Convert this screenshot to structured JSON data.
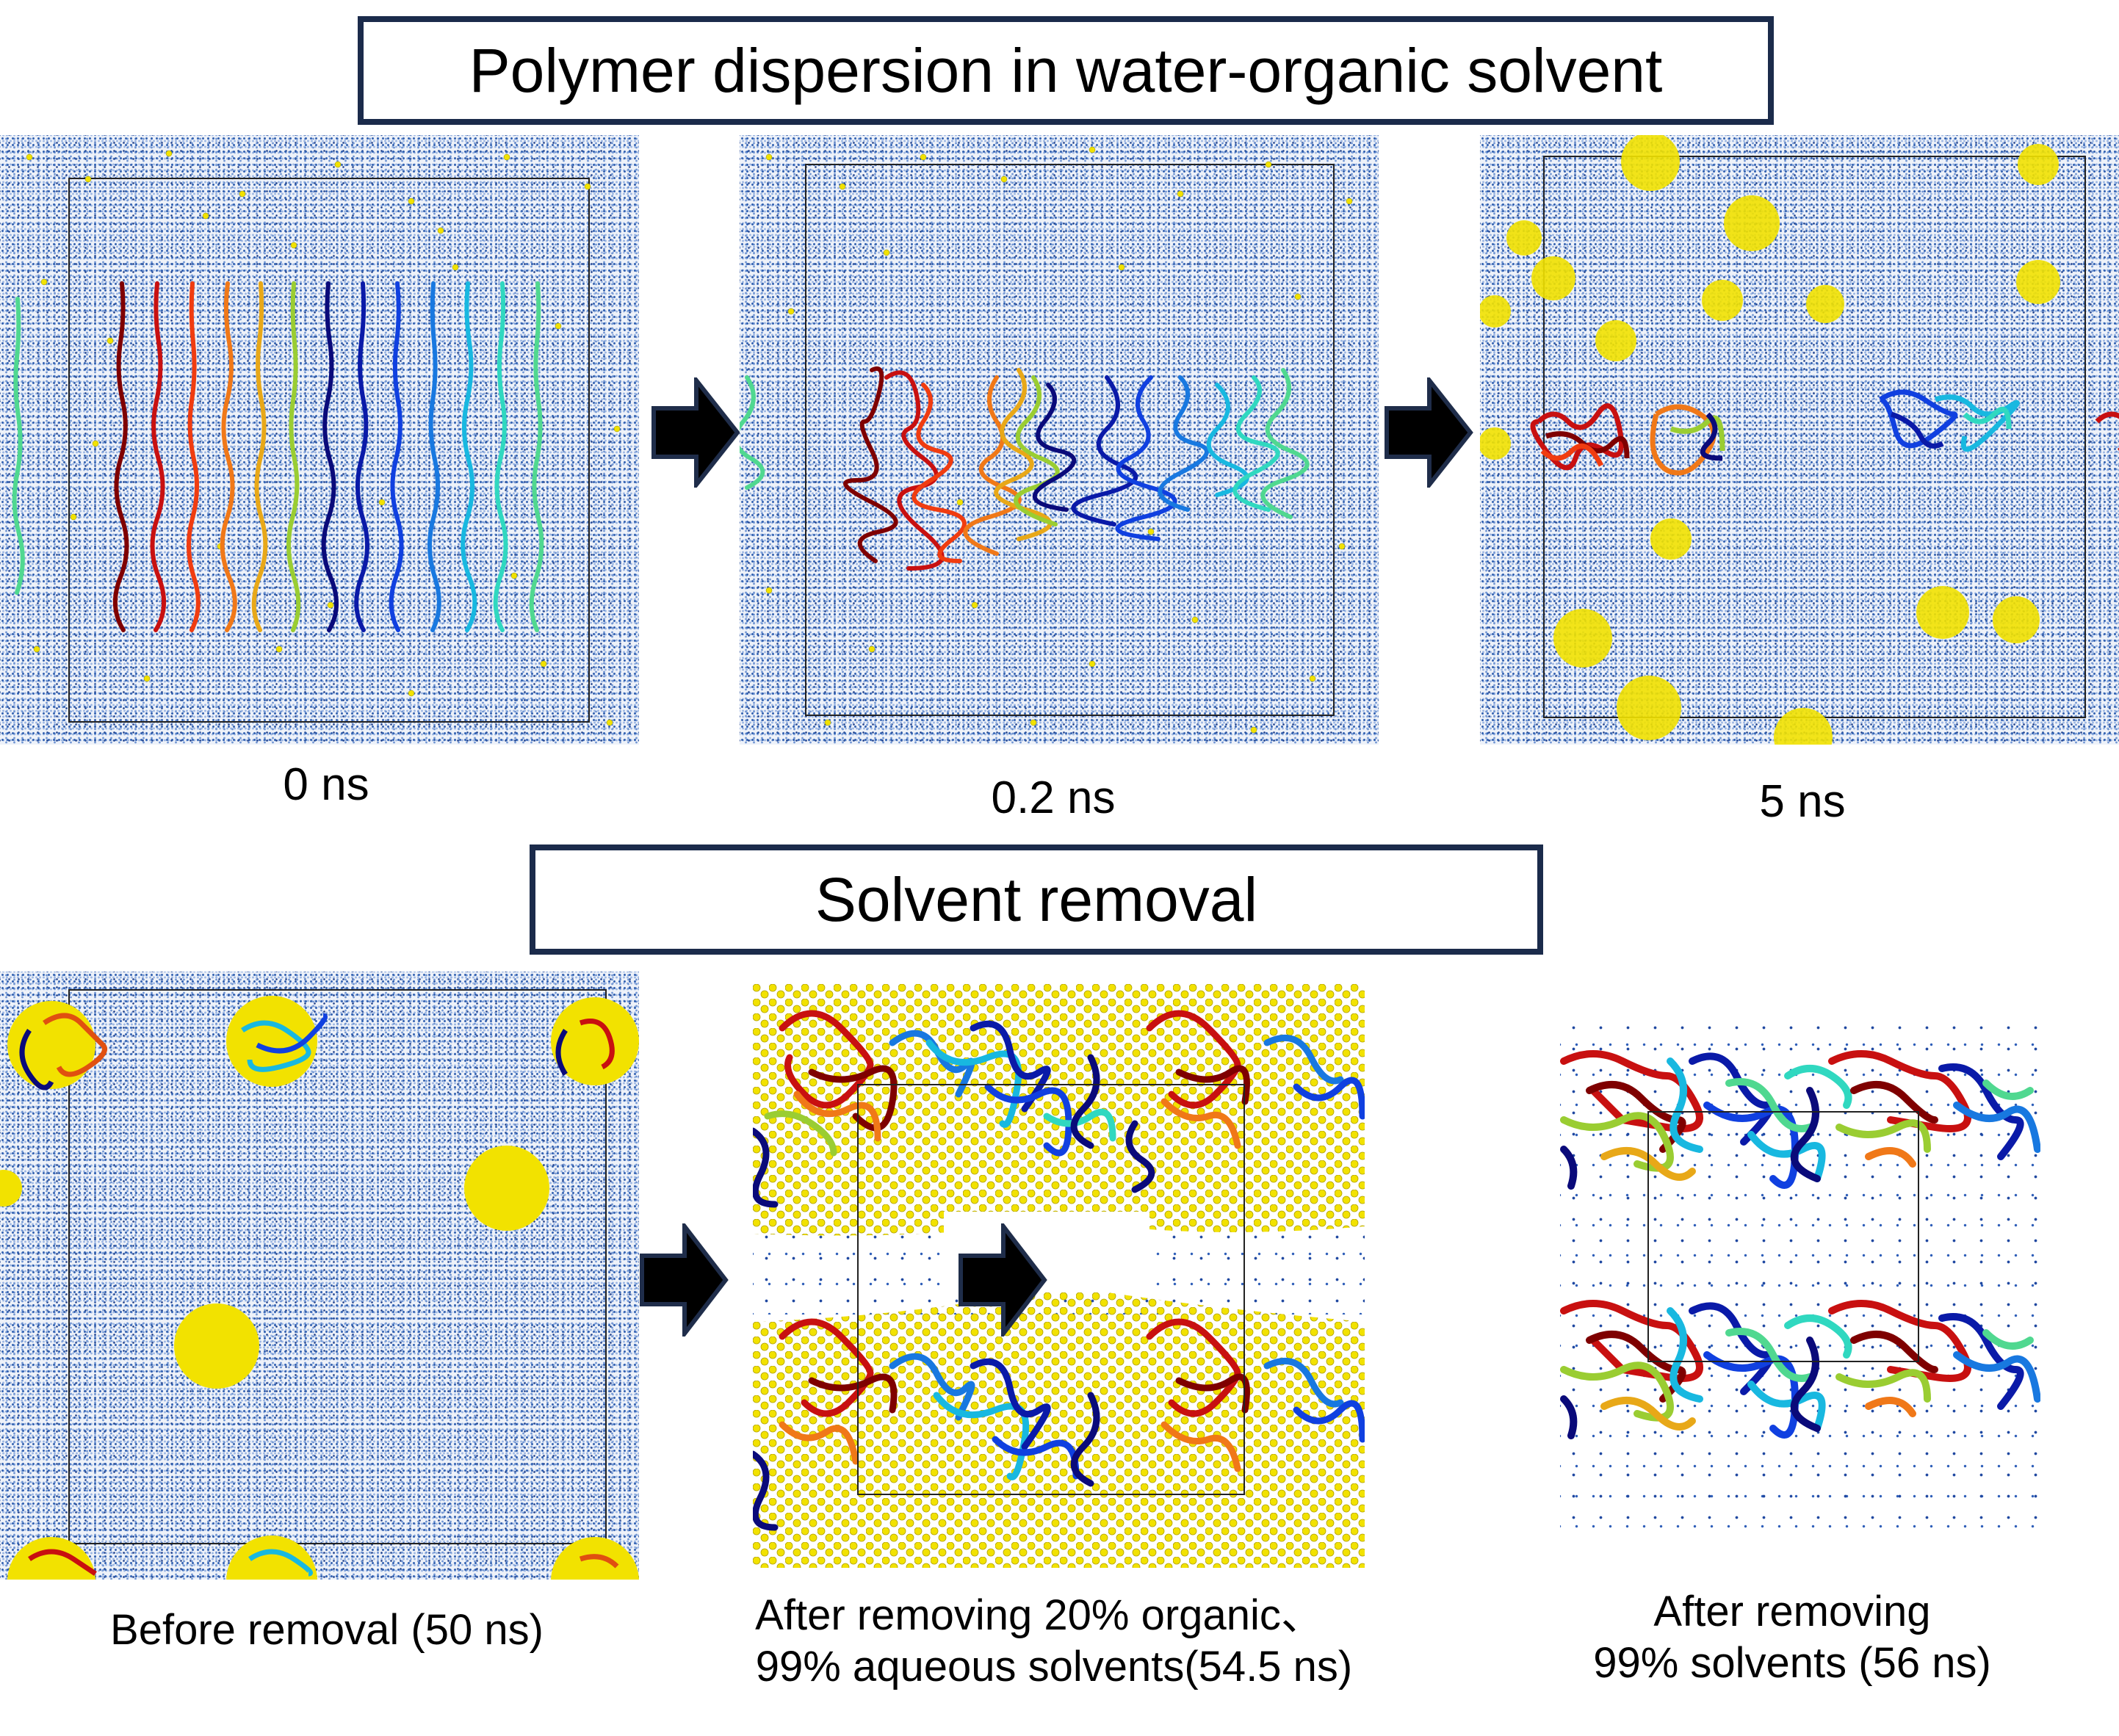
{
  "figure": {
    "section_titles": {
      "dispersion": "Polymer dispersion in water-organic solvent",
      "removal": "Solvent removal"
    },
    "top_row": [
      {
        "label": "0 ns",
        "state": "extended chains"
      },
      {
        "label": "0.2 ns",
        "state": "collapsing chains"
      },
      {
        "label": "5 ns",
        "state": "aggregated clusters"
      }
    ],
    "bottom_row": [
      {
        "label": "Before removal (50 ns)"
      },
      {
        "label_line1": "After removing 20% organic、",
        "label_line2": "99% aqueous solvents(54.5 ns)"
      },
      {
        "label_line1": "After removing",
        "label_line2": "99% solvents (56 ns)"
      }
    ],
    "arrows": [
      "right-arrow",
      "right-arrow",
      "right-arrow",
      "right-arrow"
    ],
    "colors": {
      "box_border": "#1b2b4b",
      "arrow_fill": "#000000",
      "arrow_outline": "#1f2d4a",
      "water": "#2f5fb0",
      "organic_solvent": "#f2e200",
      "chain_colormap": [
        "#7f0000",
        "#c81010",
        "#f03c10",
        "#f07818",
        "#e8a818",
        "#9acd32",
        "#0a0a7a",
        "#0a1aa8",
        "#1040e0",
        "#1878e0",
        "#18b8e0",
        "#30d8c0",
        "#50d890"
      ]
    }
  }
}
